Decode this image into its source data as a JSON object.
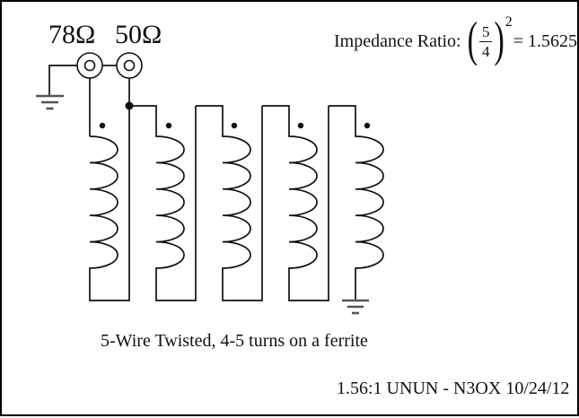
{
  "ports": {
    "port1_label": "78Ω",
    "port2_label": "50Ω"
  },
  "impedance_ratio": {
    "label": "Impedance Ratio:",
    "open_paren": "(",
    "numerator": "5",
    "denominator": "4",
    "close_paren": ")",
    "exponent": "2",
    "result": "= 1.5625"
  },
  "annotations": {
    "winding_note": "5-Wire Twisted, 4-5 turns on a ferrite",
    "footer": "1.56:1 UNUN - N3OX 10/24/12"
  },
  "colors": {
    "line": "#111111",
    "ground_bar": "#555555",
    "background": "#ffffff",
    "border": "#000000",
    "text": "#111111"
  }
}
